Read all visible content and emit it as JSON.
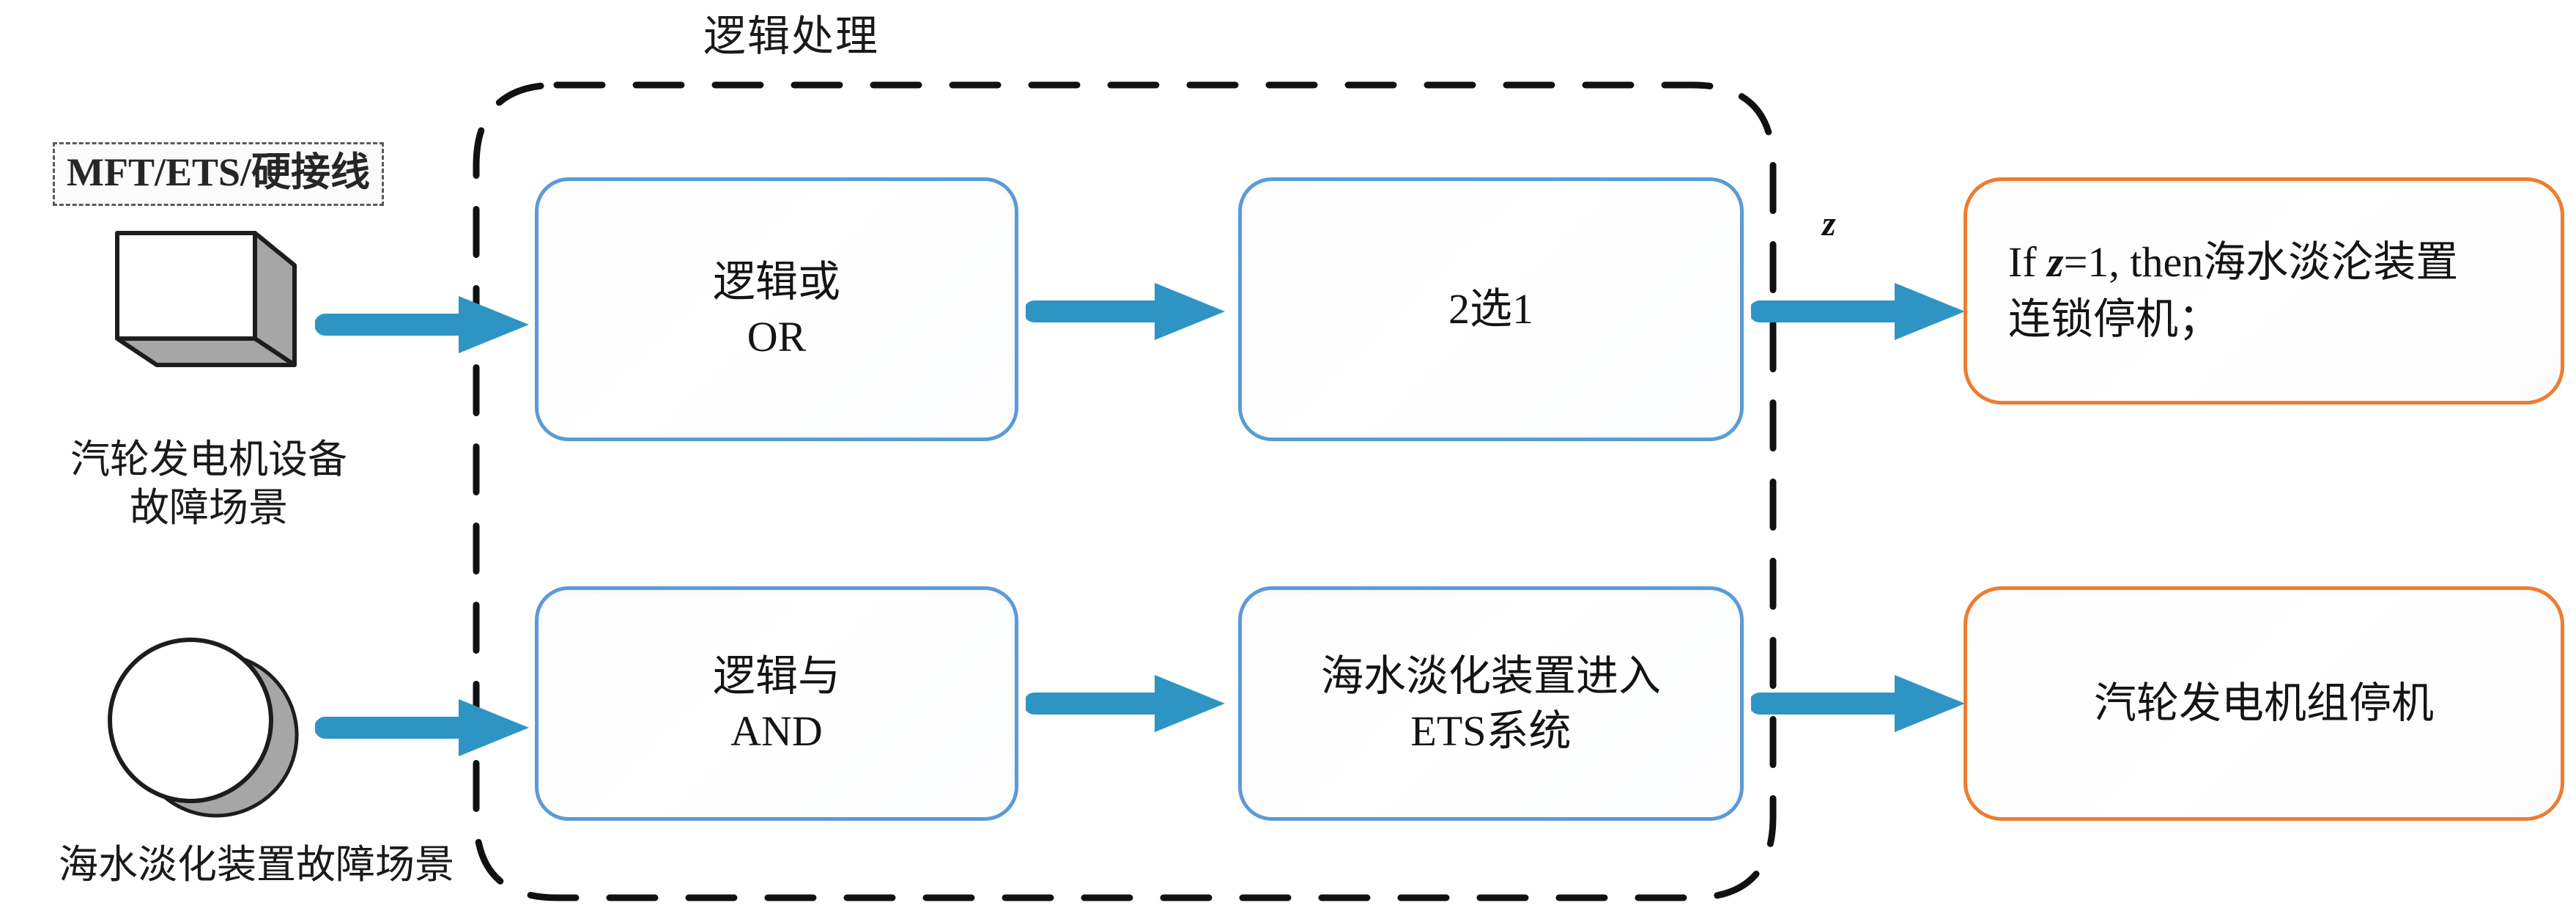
{
  "diagram": {
    "logic_section_title": "逻辑处理",
    "signal_tag": "MFT/ETS/硬接线",
    "variable_label": "z",
    "sources": [
      {
        "shape": "cube-3d",
        "caption_line1": "汽轮发电机设备",
        "caption_line2": "故障场景"
      },
      {
        "shape": "sphere",
        "caption_line1": "海水淡化装置故障场景"
      }
    ],
    "process_boxes": [
      {
        "line1": "逻辑或",
        "line2": "OR"
      },
      {
        "line1": "2选1",
        "line2": ""
      },
      {
        "line1": "逻辑与",
        "line2": "AND"
      },
      {
        "line1": "海水淡化装置进入",
        "line2": "ETS系统"
      }
    ],
    "result_boxes": [
      {
        "line1": "If z=1, then海水淡沦装置",
        "line2": "连锁停机；"
      },
      {
        "line1": "汽轮发电机组停机",
        "line2": ""
      }
    ],
    "colors": {
      "process_border": "#5B9BD5",
      "result_border": "#ED7D31",
      "arrow": "#2E94C4",
      "boundary_dash": "#111111",
      "tag_dash": "#5A5A5A",
      "shape_shadow": "#A6A6A6",
      "text": "#141414"
    }
  }
}
